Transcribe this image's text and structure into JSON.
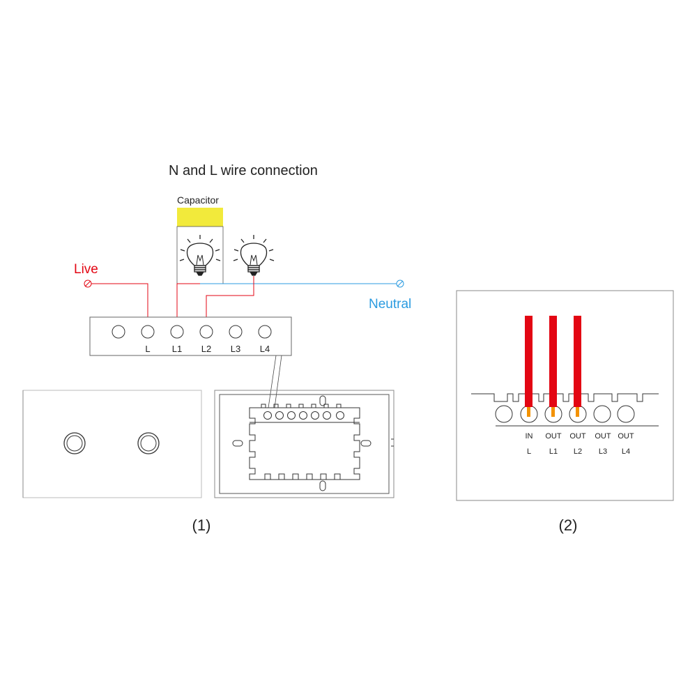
{
  "title": "N and L wire connection",
  "labels": {
    "capacitor": "Capacitor",
    "live": "Live",
    "neutral": "Neutral"
  },
  "terminals": [
    "L",
    "L1",
    "L2",
    "L3",
    "L4"
  ],
  "panel2": {
    "rows": [
      {
        "io": "IN",
        "term": "L"
      },
      {
        "io": "OUT",
        "term": "L1"
      },
      {
        "io": "OUT",
        "term": "L2"
      },
      {
        "io": "OUT",
        "term": "L3"
      },
      {
        "io": "OUT",
        "term": "L4"
      }
    ]
  },
  "captions": {
    "fig1": "(1)",
    "fig2": "(2)"
  },
  "colors": {
    "live": "#e30613",
    "neutral": "#2b9be0",
    "capacitor": "#f2ea3b",
    "copper": "#f39200",
    "line": "#333333"
  }
}
